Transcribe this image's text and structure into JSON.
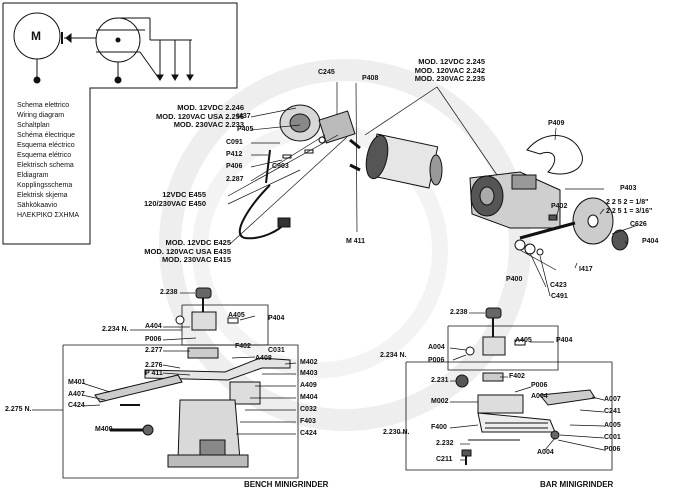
{
  "wiring": {
    "motor_symbol": "M",
    "languages": [
      "Schema elettrico",
      "Wiring diagram",
      "Schaltplan",
      "Schéma électrique",
      "Esquema eléctrico",
      "Esquema elétrico",
      "Elektrisch schema",
      "Eldiagram",
      "Kopplingsschema",
      "Elektrisk skjema",
      "Sähkökaavio",
      "ΗΛΕΚΡΙΚΟ ΣΧΗΜΑ"
    ]
  },
  "motor_section": {
    "mods_left": [
      "MOD. 12VDC 2.246",
      "MOD. 120VAC USA 2.256",
      "MOD. 230VAC 2.233"
    ],
    "mods_top": [
      "MOD. 12VDC 2.245",
      "MOD. 120VAC 2.242",
      "MOD. 230VAC 2.235"
    ],
    "e_codes_mid": [
      "12VDC E455",
      "120/230VAC E450"
    ],
    "e_codes_low": [
      "MOD. 12VDC E425",
      "MOD. 120VAC USA E435",
      "MOD. 230VAC E415"
    ],
    "labels": {
      "i437": "I437",
      "p405": "P405",
      "c091": "C091",
      "p412": "P412",
      "p406": "P406",
      "c903": "C903",
      "n2287": "2.287",
      "c245": "C245",
      "p408": "P408",
      "m411": "M 411",
      "p409": "P409",
      "p403": "P403",
      "p402": "P402",
      "s1": "2 2 5 2 = 1/8\"",
      "s2": "2 2 5 1 = 3/16\"",
      "c626": "C626",
      "p404": "P404",
      "i417": "I417",
      "p400": "P400",
      "c423": "C423",
      "c491": "C491"
    }
  },
  "bench": {
    "title": "BENCH MINIGRINDER",
    "labels": {
      "n2238": "2.238",
      "n2234": "2.234 N.",
      "a404": "A404",
      "p006": "P006",
      "a405": "A405",
      "p404": "P404",
      "n2277": "2.277",
      "f402": "F402",
      "c031": "C031",
      "a408": "A408",
      "m402": "M402",
      "n2276": "2.276",
      "m401": "M401",
      "p411": "P 411",
      "m403": "M403",
      "a407": "A407",
      "a409": "A409",
      "n2275": "2.275 N.",
      "c424a": "C424",
      "m404": "M404",
      "c032": "C032",
      "m400": "M400",
      "f403": "F403",
      "c424b": "C424"
    }
  },
  "bar": {
    "title": "BAR MINIGRINDER",
    "labels": {
      "n2238": "2.238",
      "a405": "A405",
      "p404": "P404",
      "n2234": "2.234 N.",
      "a004": "A004",
      "p006": "P006",
      "f402": "F402",
      "n2231": "2.231",
      "p006b": "P006",
      "a007": "A007",
      "a004b": "A004",
      "m002": "M002",
      "c241": "C241",
      "a005": "A005",
      "n2230": "2.230 N.",
      "f400": "F400",
      "c001": "C001",
      "n2232": "2.232",
      "p006c": "P006",
      "a004c": "A004",
      "c211": "C211"
    }
  }
}
